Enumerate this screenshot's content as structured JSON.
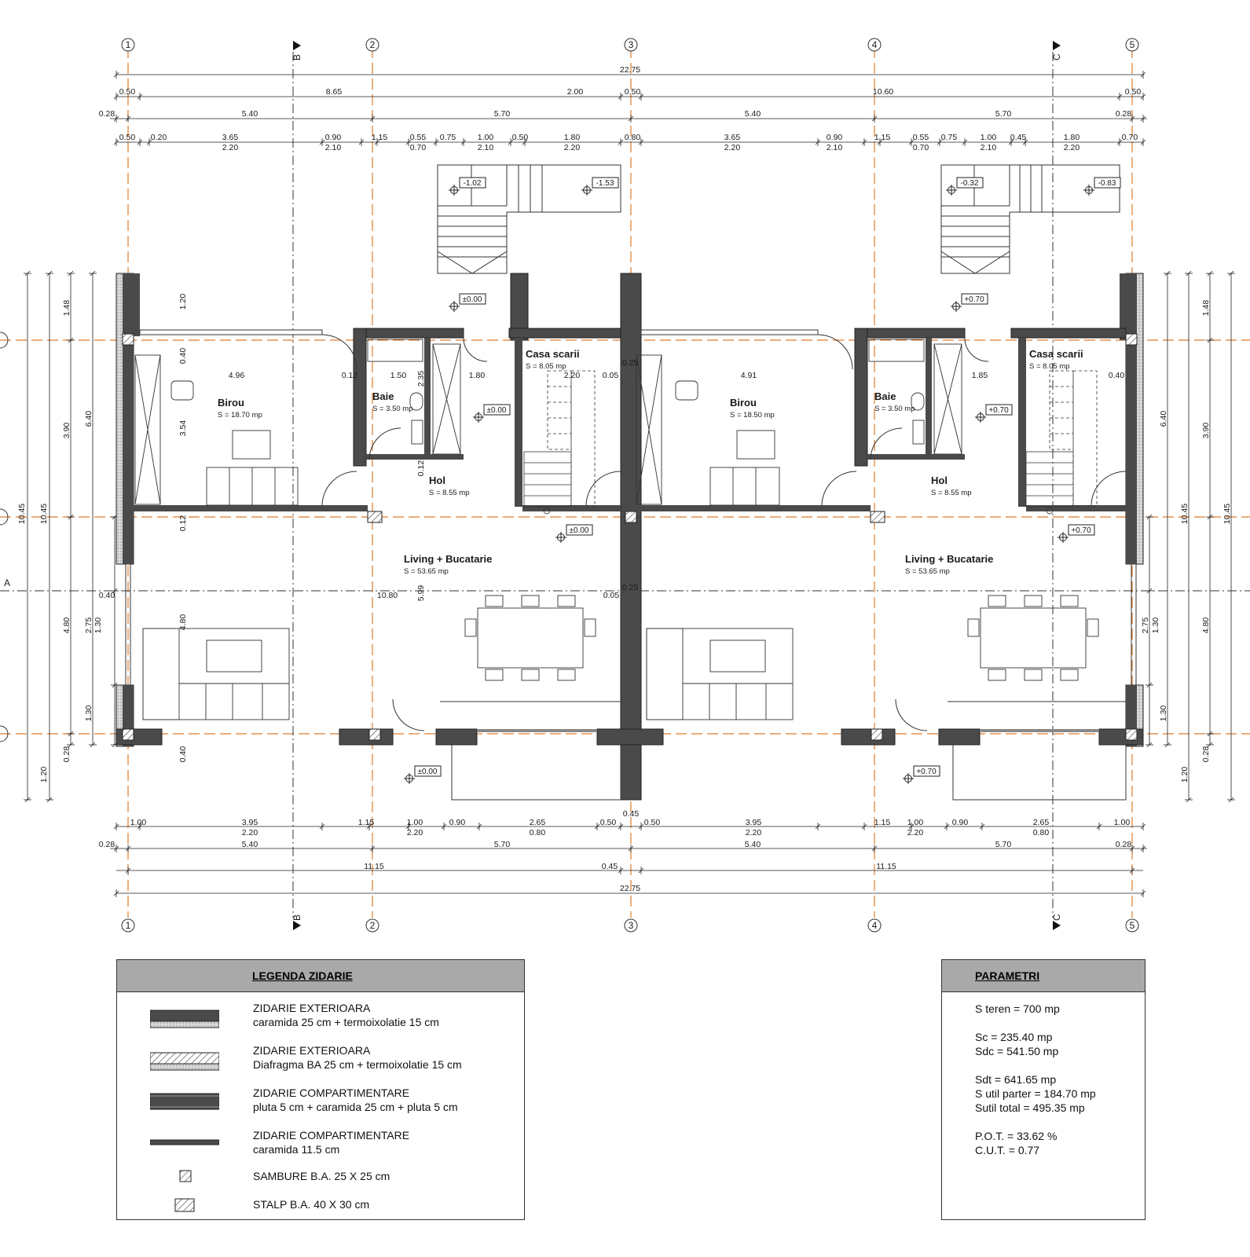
{
  "axes_vertical": [
    "1",
    "2",
    "3",
    "4",
    "5"
  ],
  "section_marks": [
    "B",
    "C"
  ],
  "axis_horizontal": "A",
  "dims_top": {
    "overall": "22.75",
    "row1": [
      "0.50",
      "8.65",
      "2.00",
      "0.50",
      "10.60",
      "0.50"
    ],
    "row2": [
      "0.28",
      "5.40",
      "5.70",
      "5.40",
      "5.70",
      "0.28"
    ],
    "row3_top": [
      "0.50",
      "0.20",
      "3.65",
      "0.90",
      "1.15",
      "0.55",
      "0.75",
      "1.00",
      "0.50",
      "1.80",
      "0.80",
      "3.65",
      "0.90",
      "1.15",
      "0.55",
      "0.75",
      "1.00",
      "0.45",
      "1.80",
      "0.70"
    ],
    "row3_bottom": [
      "2.20",
      "2.10",
      "0.70",
      "2.10",
      "2.20",
      "2.20",
      "2.10",
      "0.70",
      "2.10",
      "2.20"
    ]
  },
  "dims_bottom": {
    "row1_top": [
      "1.00",
      "3.95",
      "1.15",
      "1.00",
      "0.90",
      "2.65",
      "0.50",
      "0.50",
      "3.95",
      "1.15",
      "1.00",
      "0.90",
      "2.65",
      "1.00"
    ],
    "row1_bottom": [
      "2.20",
      "2.20",
      "0.80",
      "2.20",
      "2.20",
      "0.80"
    ],
    "wall": "0.45",
    "row2": [
      "0.28",
      "5.40",
      "5.70",
      "5.40",
      "5.70",
      "0.28"
    ],
    "row3": [
      "11.15",
      "0.45",
      "11.15"
    ],
    "overall": "22.75"
  },
  "dims_side": {
    "outer": [
      "10.45",
      "10.45"
    ],
    "left_col": [
      "1.48",
      "3.90",
      "4.80",
      "1.20",
      "6.40",
      "2.75",
      "1.30",
      "0.28",
      "1.30"
    ],
    "right_col": [
      "1.48",
      "6.40",
      "3.90",
      "10.45",
      "10.45",
      "2.75",
      "1.30",
      "4.80",
      "1.30",
      "1.20",
      "0.28"
    ]
  },
  "inner_dims": [
    "1.20",
    "0.40",
    "3.54",
    "0.12",
    "4.80",
    "0.40",
    "1.50",
    "1.80",
    "0.12",
    "2.35",
    "0.12",
    "0.25",
    "0.05",
    "2.20",
    "4.91",
    "1.85",
    "0.40",
    "10.80",
    "5.99",
    "0.05",
    "0.25",
    "0.40",
    "4.96"
  ],
  "rooms": [
    {
      "name": "Birou",
      "area": "S = 18.70 mp"
    },
    {
      "name": "Baie",
      "area": "S = 3.50 mp"
    },
    {
      "name": "Casa scarii",
      "area": "S = 8.05 mp"
    },
    {
      "name": "Hol",
      "area": "S = 8.55 mp"
    },
    {
      "name": "Living + Bucatarie",
      "area": "S = 53.65 mp"
    },
    {
      "name": "Birou",
      "area": "S = 18.50 mp"
    },
    {
      "name": "Baie",
      "area": "S = 3.50 mp"
    },
    {
      "name": "Casa scarii",
      "area": "S = 8.05 mp"
    },
    {
      "name": "Hol",
      "area": "S = 8.55 mp"
    },
    {
      "name": "Living + Bucatarie",
      "area": "S = 53.65 mp"
    }
  ],
  "levels": [
    "-1.02",
    "-1.53",
    "±0.00",
    "±0.00",
    "±0.00",
    "±0.00",
    "-0.32",
    "-0.83",
    "+0.70",
    "+0.70",
    "+0.70",
    "+0.70"
  ],
  "legend": {
    "title": "LEGENDA ZIDARIE",
    "items": [
      {
        "l1": "ZIDARIE EXTERIOARA",
        "l2": "caramida 25 cm + termoixolatie 15 cm",
        "sym": "ext-brick"
      },
      {
        "l1": "ZIDARIE EXTERIOARA",
        "l2": "Diafragma BA 25 cm + termoixolatie 15 cm",
        "sym": "ext-concrete"
      },
      {
        "l1": "ZIDARIE COMPARTIMENTARE",
        "l2": "pluta 5 cm + caramida 25 cm + pluta 5 cm",
        "sym": "int-thick"
      },
      {
        "l1": "ZIDARIE COMPARTIMENTARE",
        "l2": "caramida 11.5 cm",
        "sym": "int-thin"
      },
      {
        "l1": "SAMBURE B.A. 25 X 25 cm",
        "l2": "",
        "sym": "core-small"
      },
      {
        "l1": "STALP B.A. 40 X 30 cm",
        "l2": "",
        "sym": "column"
      }
    ]
  },
  "parametri": {
    "title": "PARAMETRI",
    "lines": [
      "S teren = 700 mp",
      "Sc = 235.40 mp",
      "Sdc = 541.50 mp",
      "Sdt = 641.65 mp",
      "S util parter = 184.70 mp",
      "Sutil total = 495.35 mp",
      "P.O.T. = 33.62 %",
      "C.U.T. = 0.77"
    ]
  },
  "colors": {
    "axis": "#e07b2a",
    "wall": "#4a4a4a",
    "line": "#222222",
    "header": "#a9a9a9"
  }
}
